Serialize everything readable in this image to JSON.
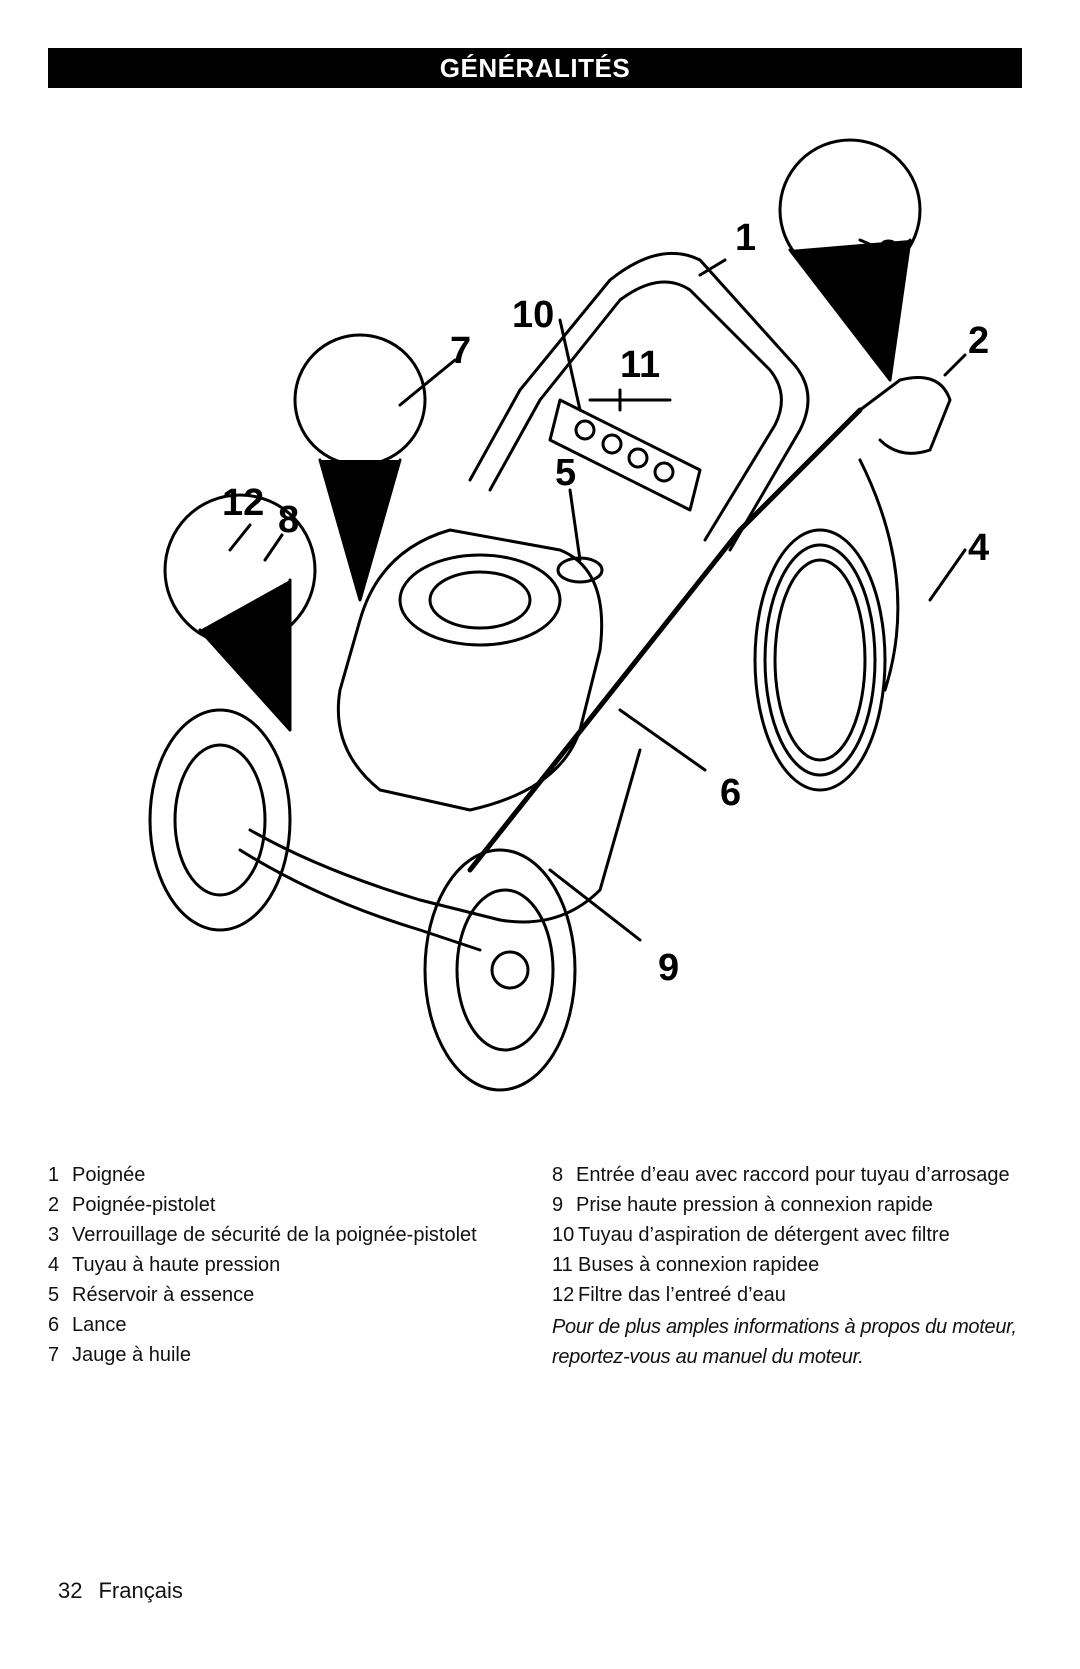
{
  "header": {
    "title": "GÉNÉRALITÉS"
  },
  "figure": {
    "callouts": [
      "1",
      "2",
      "3",
      "4",
      "5",
      "6",
      "7",
      "8",
      "9",
      "10",
      "11",
      "12"
    ]
  },
  "legend": {
    "left": [
      {
        "num": "1",
        "text": "Poignée"
      },
      {
        "num": "2",
        "text": "Poignée-pistolet"
      },
      {
        "num": "3",
        "text": "Verrouillage de sécurité de la poignée-pistolet"
      },
      {
        "num": "4",
        "text": "Tuyau à haute pression"
      },
      {
        "num": "5",
        "text": "Réservoir à essence"
      },
      {
        "num": "6",
        "text": "Lance"
      },
      {
        "num": "7",
        "text": "Jauge à huile"
      }
    ],
    "right": [
      {
        "num": "8",
        "text": "Entrée d’eau avec raccord pour tuyau d’arrosage"
      },
      {
        "num": "9",
        "text": "Prise haute pression à connexion rapide"
      },
      {
        "num": "10",
        "text": "Tuyau d’aspiration de détergent avec filtre"
      },
      {
        "num": "11",
        "text": "Buses à connexion rapidee"
      },
      {
        "num": "12",
        "text": "Filtre das l’entreé d’eau"
      }
    ],
    "note": "Pour de plus amples informations à propos du moteur, reportez-vous au manuel du moteur."
  },
  "footer": {
    "page_number": "32",
    "language": "Français"
  }
}
